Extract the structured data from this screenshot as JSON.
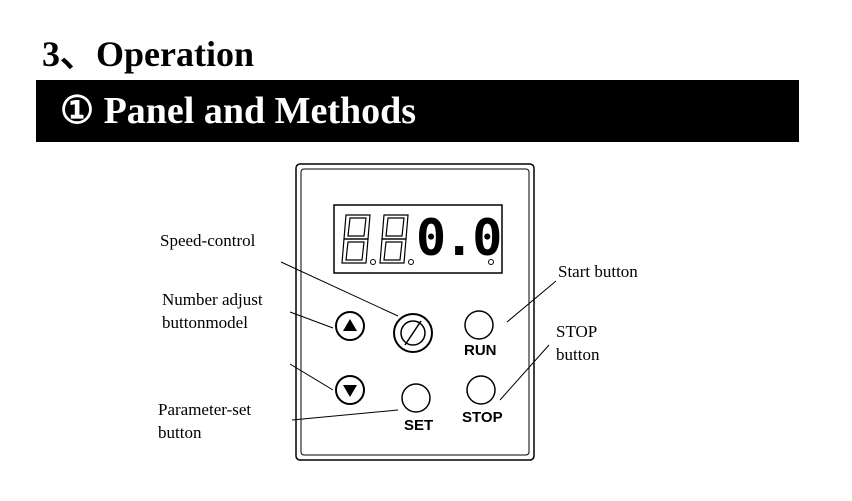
{
  "header": {
    "section_title": "3、Operation",
    "banner_text": "① Panel and Methods"
  },
  "display": {
    "value": "0.0"
  },
  "labels": {
    "speed_control": "Speed-control",
    "number_adjust_line1": "Number adjust",
    "number_adjust_line2": "buttonmodel",
    "parameter_set_line1": "Parameter-set",
    "parameter_set_line2": "button",
    "start_button": "Start button",
    "stop_line1": "STOP",
    "stop_line2": "button"
  },
  "buttons": {
    "run": "RUN",
    "stop": "STOP",
    "set": "SET"
  }
}
